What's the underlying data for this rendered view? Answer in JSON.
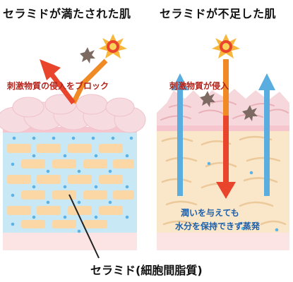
{
  "titles": {
    "left": "セラミドが満たされた肌",
    "right": "セラミドが不足した肌"
  },
  "labels": {
    "block": "刺激物質の侵入をブロック",
    "invade": "刺激物質が侵入",
    "evaporate_line1": "潤いを与えても",
    "evaporate_line2": "水分を保持できず蒸発",
    "ceramide": "セラミド(細胞間脂質)"
  },
  "colors": {
    "healthy_fill": "#c9e8f6",
    "brick": "#fbd7a5",
    "ceramide_dot": "#5db3e3",
    "damaged_fill": "#fae6c8",
    "arrow_orange": "#f08a24",
    "arrow_red": "#e8452c",
    "arrow_blue": "#5aaedf"
  }
}
